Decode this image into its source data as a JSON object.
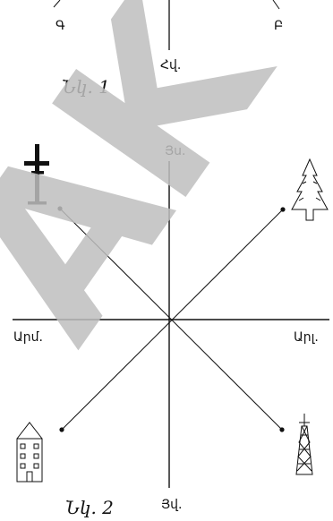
{
  "figure1": {
    "labels": {
      "west": "Գ",
      "east": "Բ",
      "south": "Հվ."
    },
    "caption": "Նկ. 1"
  },
  "figure2": {
    "labels": {
      "north": "Յս.",
      "west": "Արմ.",
      "east": "Արլ.",
      "south": "Յվ."
    },
    "caption": "Նկ. 2",
    "icons": [
      "cross-icon",
      "fir-tree-icon",
      "building-icon",
      "tower-icon"
    ]
  },
  "watermark": {
    "text": "AK",
    "color": "#bdbdbd"
  },
  "colors": {
    "stroke": "#111111",
    "background": "#ffffff"
  }
}
